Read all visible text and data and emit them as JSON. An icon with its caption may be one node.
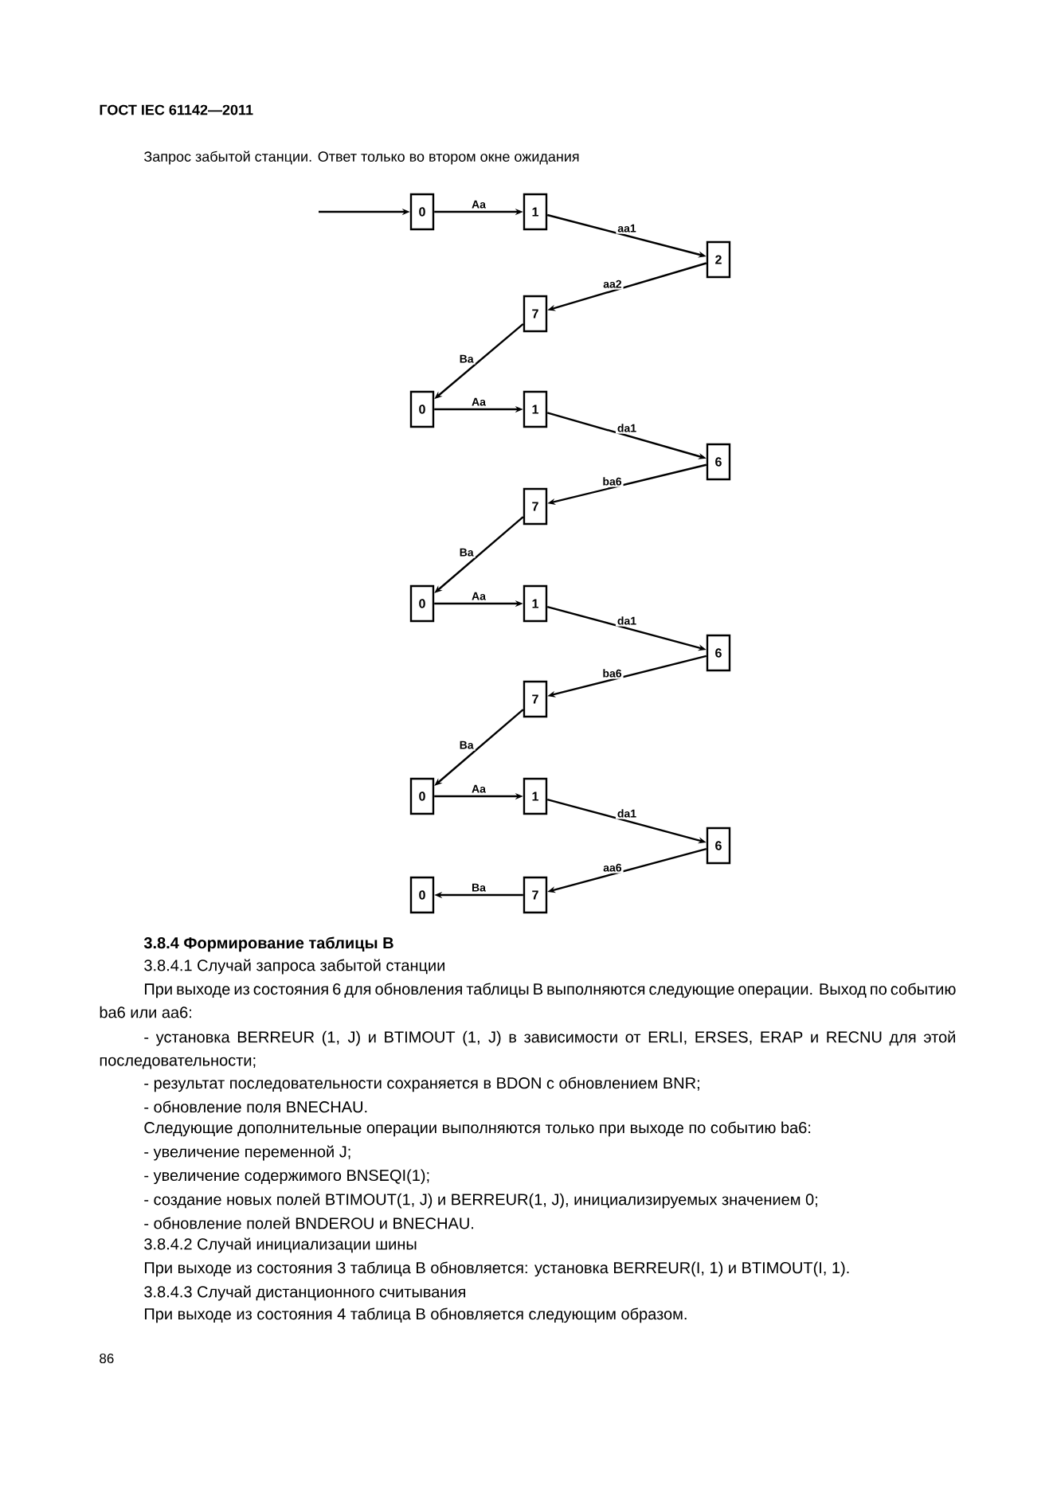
{
  "diagram": {
    "title": "Запрос забытой станции. Ответ только во втором окне ожидания",
    "nodes": [
      {
        "text": [
          "0"
        ]
      },
      {
        "text": [
          "1"
        ]
      },
      {
        "text": [
          "2"
        ]
      },
      {
        "text": [
          "7"
        ]
      },
      {
        "text": [
          "0"
        ]
      },
      {
        "text": [
          "1"
        ]
      },
      {
        "text": [
          "6"
        ]
      },
      {
        "text": [
          "7"
        ]
      },
      {
        "text": [
          "0"
        ]
      },
      {
        "text": [
          "1"
        ]
      },
      {
        "text": [
          "6"
        ]
      },
      {
        "text": [
          "7"
        ]
      },
      {
        "text": [
          "0"
        ]
      },
      {
        "text": [
          "1"
        ]
      },
      {
        "text": [
          "6"
        ]
      },
      {
        "text": [
          "7"
        ]
      },
      {
        "text": [
          "0"
        ]
      }
    ],
    "edges": [
      {
        "from": null,
        "to": 0,
        "arrow": "to"
      },
      {
        "from": 0,
        "to": 1,
        "arrow": "to",
        "label": "Aa"
      },
      {
        "from": 1,
        "to": 2,
        "arrow": "to",
        "label": "aa1"
      },
      {
        "from": 2,
        "to": 3,
        "arrow": "to",
        "label": "aa2"
      },
      {
        "from": 3,
        "to": 4,
        "arrow": "to",
        "label": "Ba"
      },
      {
        "from": 4,
        "to": 5,
        "arrow": "to",
        "label": "Aa"
      },
      {
        "from": 5,
        "to": 6,
        "arrow": "to",
        "label": "da1"
      },
      {
        "from": 6,
        "to": 7,
        "arrow": "to",
        "label": "ba6"
      },
      {
        "from": 7,
        "to": 8,
        "arrow": "to",
        "label": "Ba"
      },
      {
        "from": 8,
        "to": 9,
        "arrow": "to",
        "label": "Aa"
      },
      {
        "from": 9,
        "to": 10,
        "arrow": "to",
        "label": "da1"
      },
      {
        "from": 10,
        "to": 11,
        "arrow": "to",
        "label": "ba6"
      },
      {
        "from": 11,
        "to": 12,
        "arrow": "to",
        "label": "Ba"
      },
      {
        "from": 12,
        "to": 13,
        "arrow": "to",
        "label": "Aa"
      },
      {
        "from": 13,
        "to": 14,
        "arrow": "to",
        "label": "da1"
      },
      {
        "from": 14,
        "to": 15,
        "arrow": "to",
        "label": "aa6"
      },
      {
        "from": 15,
        "to": 16,
        "arrow": "to",
        "label": "Ba"
      }
    ],
    "labels": [
      "ГОСТ IEC 61142—2011",
      "**3.8.4 Формирование таблицы B**",
      "3.8.4.1 Случай запроса забытой станции",
      "При выходе из состояния 6 для обновления таблицы B выполняются следующие операции. Выход по событию ba6 или aa6:",
      "- установка BERREUR (1, J) и BTIMOUT (1, J) в зависимости от ERLI, ERSES, ERAP и RECNU для этой последовательности;",
      "- результат последовательности сохраняется в BDON с обновлением BNR;",
      "- обновление поля BNECHAU.",
      "Следующие дополнительные операции выполняются только при выходе по событию ba6:",
      "- увеличение переменной J;",
      "- увеличение содержимого BNSEQI(1);",
      "- создание новых полей BTIMOUT(1, J) и BERREUR(1, J), инициализируемых значением 0;",
      "- обновление полей BNDEROU и BNECHAU.",
      "3.8.4.2 Случай инициализации шины",
      "При выходе из состояния 3 таблица B обновляется: установка BERREUR(I, 1) и BTIMOUT(I, 1).",
      "3.8.4.3 Случай дистанционного считывания",
      "При выходе из состояния 4 таблица B обновляется следующим образом.",
      "86"
    ]
  }
}
